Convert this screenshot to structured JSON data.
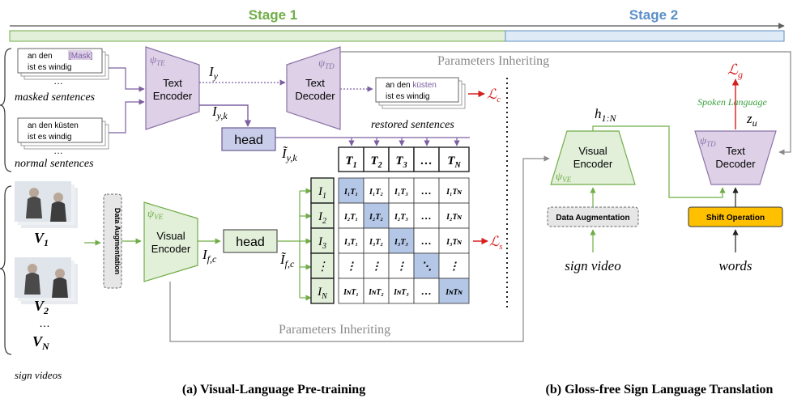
{
  "stages": {
    "stage1": "Stage 1",
    "stage2": "Stage 2"
  },
  "symbols": {
    "psi_te": "ψ",
    "psi_te_sub": "TE",
    "psi_td": "ψ",
    "psi_td_sub": "TD",
    "psi_ve": "ψ",
    "psi_ve_sub": "VE",
    "i_y": "I",
    "i_y_sub": "y",
    "i_yk": "I",
    "i_yk_sub": "y,k",
    "i_tilde_yk": "Ĩ",
    "i_tilde_yk_sub": "y,k",
    "i_fc": "I",
    "i_fc_sub": "f,c",
    "i_tilde_fc": "Ĩ",
    "i_tilde_fc_sub": "f,c",
    "loss_c": "ℒ",
    "loss_c_sub": "c",
    "loss_s": "ℒ",
    "loss_s_sub": "s",
    "loss_g": "ℒ",
    "loss_g_sub": "g",
    "h": "h",
    "h_sub": "1:N",
    "z": "z",
    "z_sub": "u"
  },
  "text_encoder": {
    "line1": "Text",
    "line2": "Encoder"
  },
  "text_decoder": {
    "line1": "Text",
    "line2": "Decoder"
  },
  "visual_encoder": {
    "line1": "Visual",
    "line2": "Encoder"
  },
  "visual_encoder_b": {
    "line1": "Visual",
    "line2": "Encoder"
  },
  "text_decoder_b": {
    "line1": "Text",
    "line2": "Decoder"
  },
  "head_text": "head",
  "head_visual": "head",
  "masked_card": {
    "line1_pre": "an den ",
    "line1_mask": "[Mask]",
    "line2": "ist es windig",
    "line3": "…",
    "label": "masked sentences"
  },
  "normal_card": {
    "line1": "an den küsten",
    "line2": "ist es windig",
    "line3": "…",
    "label": "normal sentences"
  },
  "restored_card": {
    "line1_pre": "an den ",
    "line1_word": "küsten",
    "line2": "ist es windig",
    "label": "restored sentences"
  },
  "params_inheriting_top": "Parameters Inheriting",
  "params_inheriting_bottom": "Parameters Inheriting",
  "data_augmentation_vertical": "Data Augmentation",
  "data_augmentation_b": "Data Augmentation",
  "shift_operation": "Shift Operation",
  "spoken_language": "Spoken Language",
  "sign_video": "sign video",
  "words": "words",
  "sign_videos": "sign videos",
  "videos": {
    "v1": "V",
    "v1_sub": "1",
    "v2": "V",
    "v2_sub": "2",
    "vdots": "…",
    "vn": "V",
    "vn_sub": "N"
  },
  "matrix": {
    "col_headers": [
      [
        "T",
        "1"
      ],
      [
        "T",
        "2"
      ],
      [
        "T",
        "3"
      ],
      [
        "…",
        ""
      ],
      [
        "T",
        "N"
      ]
    ],
    "row_headers": [
      [
        "I",
        "1"
      ],
      [
        "I",
        "2"
      ],
      [
        "I",
        "3"
      ],
      [
        "⋮",
        ""
      ],
      [
        "I",
        "N"
      ]
    ],
    "cells": [
      [
        "I₁T₁",
        "I₁T₂",
        "I₁T₃",
        "…",
        "I₁Tɴ"
      ],
      [
        "I₂T₁",
        "I₂T₂",
        "I₂T₃",
        "…",
        "I₂Tɴ"
      ],
      [
        "I₃T₁",
        "I₃T₂",
        "I₃T₃",
        "…",
        "I₃Tɴ"
      ],
      [
        "⋮",
        "⋮",
        "⋮",
        "⋱",
        "⋮"
      ],
      [
        "IɴT₁",
        "IɴT₂",
        "IɴT₃",
        "…",
        "IɴTɴ"
      ]
    ],
    "highlight_color": "#b4c7e7"
  },
  "captions": {
    "a": "(a) Visual-Language Pre-training",
    "b": "(b) Gloss-free Sign Language Translation"
  },
  "colors": {
    "stage1_bar": "#e2efd9",
    "stage2_bar": "#deebf7",
    "stage1_text": "#70ad47",
    "stage2_text": "#5b8fc7",
    "purple_fill": "#ddd0e7",
    "purple_stroke": "#8b73a8",
    "green_fill": "#e2efd9",
    "green_stroke": "#70ad47",
    "head_text_fill": "#c9cde9",
    "loss_red": "#d62020",
    "shift_fill": "#ffc000"
  }
}
